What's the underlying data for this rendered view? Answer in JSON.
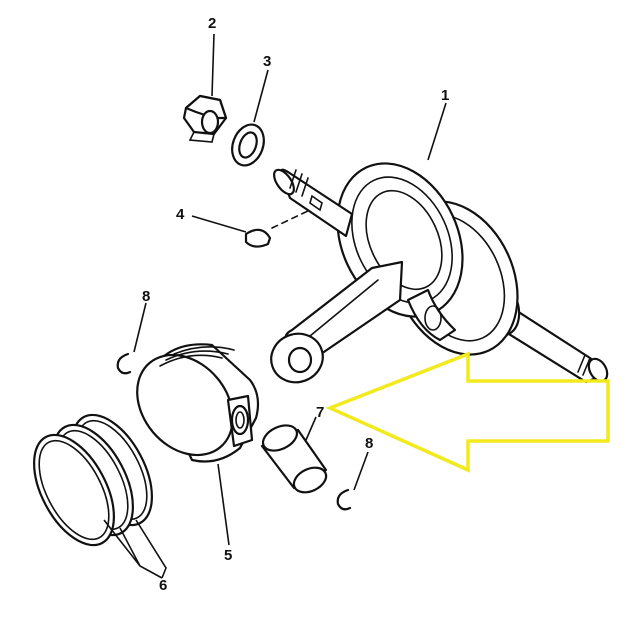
{
  "labels": {
    "p1": "1",
    "p2": "2",
    "p3": "3",
    "p4": "4",
    "p5": "5",
    "p6": "6",
    "p7": "7",
    "p8a": "8",
    "p8b": "8"
  },
  "colors": {
    "line": "#111111",
    "highlight_arrow": "#f2ea1c",
    "background": "#ffffff"
  },
  "icons": {
    "highlight": "arrow-left-outline-icon"
  }
}
